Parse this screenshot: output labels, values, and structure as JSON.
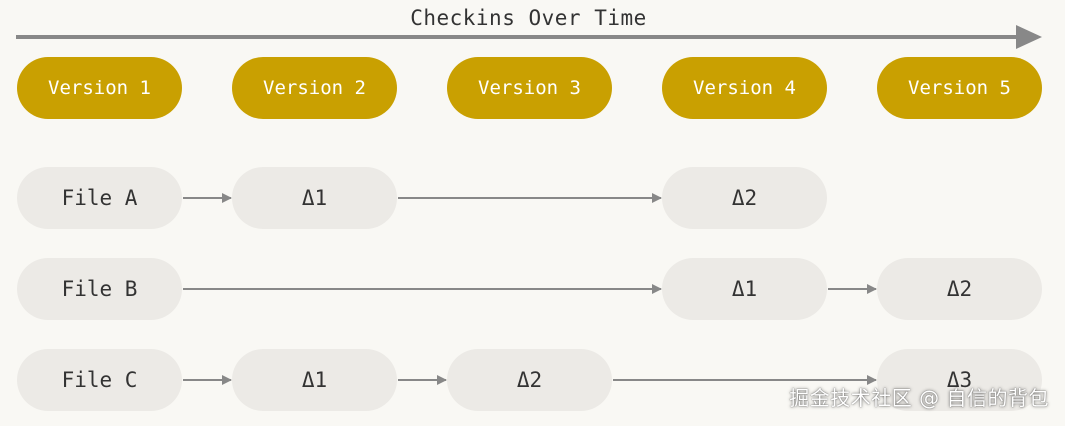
{
  "title": "Checkins Over Time",
  "versions": [
    "Version 1",
    "Version 2",
    "Version 3",
    "Version 4",
    "Version 5"
  ],
  "files": {
    "a": {
      "label": "File A",
      "deltas": [
        "Δ1",
        "Δ2"
      ]
    },
    "b": {
      "label": "File B",
      "deltas": [
        "Δ1",
        "Δ2"
      ]
    },
    "c": {
      "label": "File C",
      "deltas": [
        "Δ1",
        "Δ2",
        "Δ3"
      ]
    }
  },
  "watermark": "掘金技术社区 @ 自信的背包",
  "colors": {
    "version_fill": "#c9a001",
    "node_fill": "#eceae6",
    "arrow": "#888888",
    "background": "#f9f8f4"
  }
}
